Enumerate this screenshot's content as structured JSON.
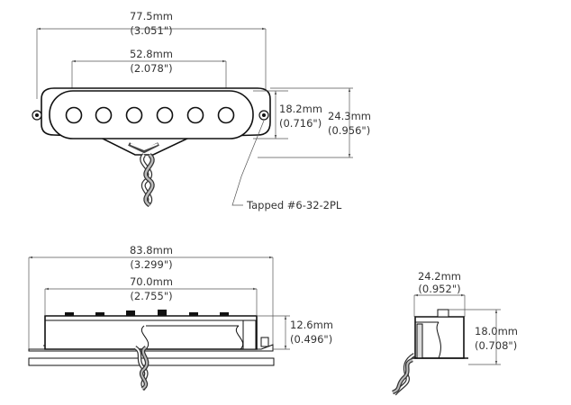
{
  "top_view": {
    "overall_length": {
      "mm": "77.5mm",
      "in": "(3.051\")"
    },
    "pole_spacing": {
      "mm": "52.8mm",
      "in": "(2.078\")"
    },
    "cover_width": {
      "mm": "18.2mm",
      "in": "(0.716\")"
    },
    "base_width": {
      "mm": "24.3mm",
      "in": "(0.956\")"
    },
    "mounting_note": "Tapped #6-32-2PL"
  },
  "side_view": {
    "overall_length": {
      "mm": "83.8mm",
      "in": "(3.299\")"
    },
    "cover_length": {
      "mm": "70.0mm",
      "in": "(2.755\")"
    },
    "height": {
      "mm": "12.6mm",
      "in": "(0.496\")"
    }
  },
  "end_view": {
    "width": {
      "mm": "24.2mm",
      "in": "(0.952\")"
    },
    "height": {
      "mm": "18.0mm",
      "in": "(0.708\")"
    }
  }
}
